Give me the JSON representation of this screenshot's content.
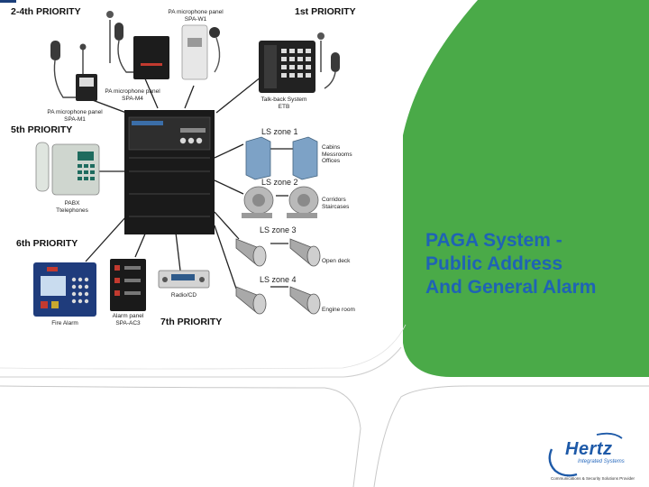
{
  "slide": {
    "title_lines": [
      "PAGA System -",
      "Public Address",
      "And General Alarm"
    ],
    "accent_green": "#4aaa48",
    "title_color": "#1f63b5"
  },
  "diagram": {
    "priorities": {
      "p24": "2-4th PRIORITY",
      "p1": "1st PRIORITY",
      "p5": "5th PRIORITY",
      "p6": "6th PRIORITY",
      "p7": "7th PRIORITY"
    },
    "devices": {
      "spa_w1": [
        "PA microphone panel",
        "SPA-W1"
      ],
      "spa_m4": [
        "PA microphone panel",
        "SPA-M4"
      ],
      "spa_m1": [
        "PA microphone panel",
        "SPA-M1"
      ],
      "etb": [
        "Talk-back System",
        "ETB"
      ],
      "pabx": [
        "PABX",
        "Ttelephones"
      ],
      "fire_alarm": "Fire Alarm",
      "alarm_panel": [
        "Alarm panel",
        "SPA-AC3"
      ],
      "radio_cd": "Radio/CD"
    },
    "zones": [
      {
        "name": "LS zone 1",
        "desc": [
          "Cabins",
          "Messrooms",
          "Offices"
        ]
      },
      {
        "name": "LS zone 2",
        "desc": [
          "Corridors",
          "Staircases"
        ]
      },
      {
        "name": "LS zone 3",
        "desc": [
          "Open deck"
        ]
      },
      {
        "name": "LS zone 4",
        "desc": [
          "Engine room"
        ]
      }
    ]
  },
  "logo": {
    "name": "Hertz",
    "subtitle": "Integrated Systems",
    "tagline": "Communications & Security Solutions Provider",
    "color": "#1e5aa8"
  }
}
